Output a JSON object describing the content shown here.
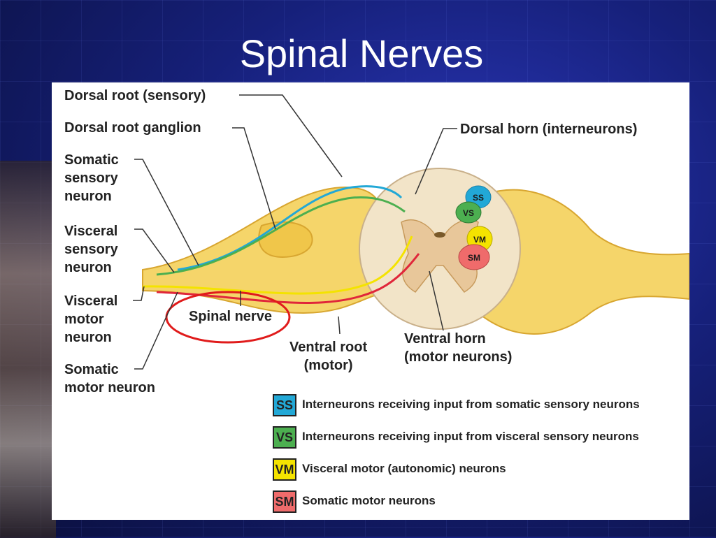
{
  "slide": {
    "title": "Spinal Nerves"
  },
  "labels": {
    "dorsal_root": "Dorsal root (sensory)",
    "dorsal_root_ganglion": "Dorsal root ganglion",
    "somatic_sensory_neuron": "Somatic\nsensory\nneuron",
    "visceral_sensory_neuron": "Visceral\nsensory\nneuron",
    "visceral_motor_neuron": "Visceral\nmotor\nneuron",
    "somatic_motor_neuron": "Somatic\nmotor neuron",
    "spinal_nerve": "Spinal nerve",
    "ventral_root": "Ventral root\n(motor)",
    "ventral_horn": "Ventral horn\n(motor neurons)",
    "dorsal_horn": "Dorsal horn (interneurons)"
  },
  "regions": [
    {
      "code": "SS",
      "color": "#22a8d6"
    },
    {
      "code": "VS",
      "color": "#4caf50"
    },
    {
      "code": "VM",
      "color": "#f4e300"
    },
    {
      "code": "SM",
      "color": "#ef6b6b"
    }
  ],
  "legend": [
    {
      "code": "SS",
      "text": "Interneurons receiving input from somatic sensory neurons",
      "color": "#22a8d6"
    },
    {
      "code": "VS",
      "text": "Interneurons receiving input from visceral sensory neurons",
      "color": "#4caf50"
    },
    {
      "code": "VM",
      "text": "Visceral motor (autonomic) neurons",
      "color": "#f4e300"
    },
    {
      "code": "SM",
      "text": "Somatic motor neurons",
      "color": "#ef6b6b"
    }
  ],
  "colors": {
    "nerve": "#f5d56a",
    "cord": "#f2e4c8",
    "gray_matter": "#e8c79a",
    "highlight_circle": "#e01b1b"
  }
}
